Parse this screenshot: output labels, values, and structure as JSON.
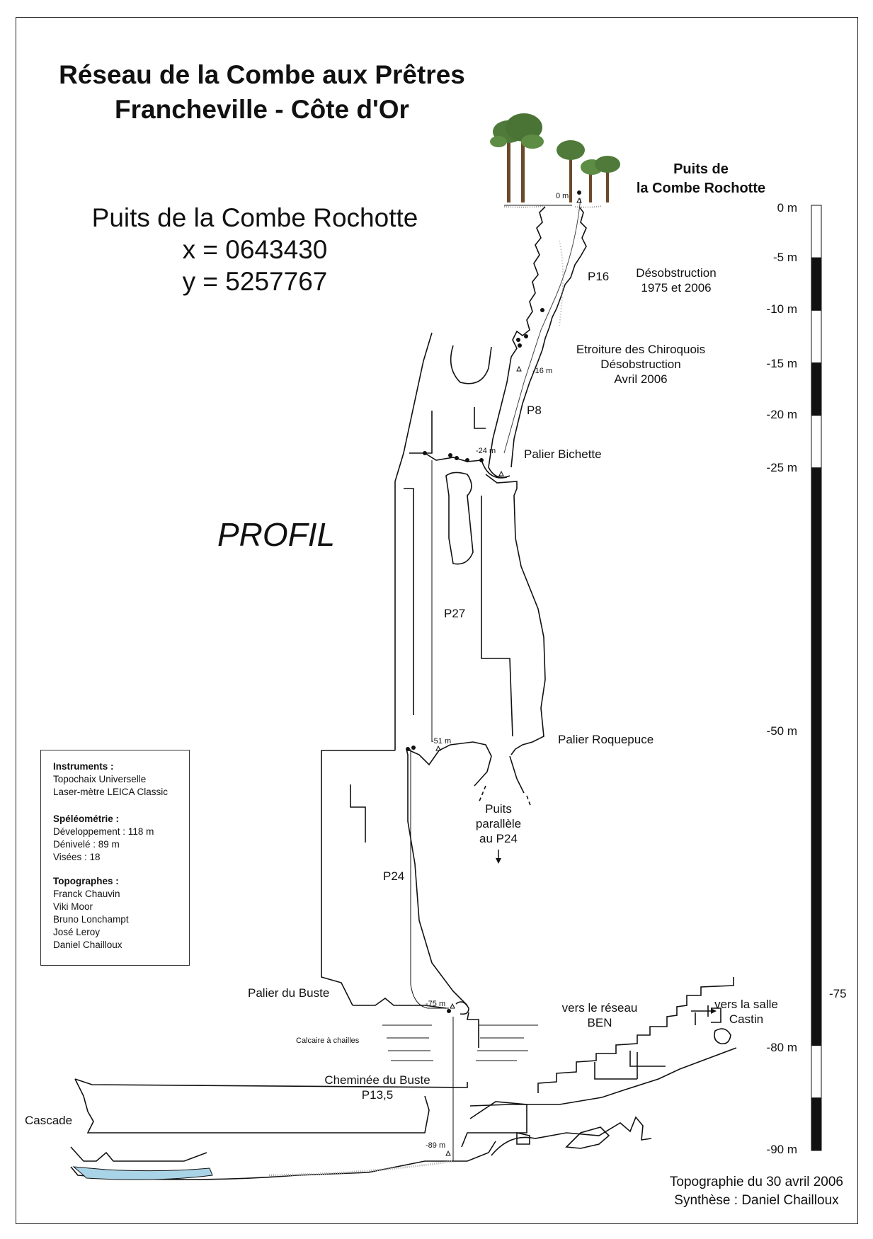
{
  "title": {
    "line1": "Réseau de la Combe aux Prêtres",
    "line2": "Francheville - Côte d'Or"
  },
  "entrance": {
    "name": "Puits de la Combe Rochotte",
    "x": "x = 0643430",
    "y": "y = 5257767",
    "label_line1": "Puits de",
    "label_line2": "la Combe Rochotte"
  },
  "view_label": "PROFIL",
  "scale_ticks": [
    "0 m",
    "-5 m",
    "-10 m",
    "-15 m",
    "-20 m",
    "-25 m",
    "-50 m",
    "-75",
    "-80 m",
    "-90 m"
  ],
  "depth_markers": [
    "0 m",
    "-16 m",
    "-24 m",
    "-51 m",
    "-75 m",
    "-89 m"
  ],
  "pitches": [
    "P16",
    "P8",
    "P27",
    "P24"
  ],
  "annotations": {
    "desobstruction_1": "Désobstruction",
    "desobstruction_2": "1975 et 2006",
    "etroiture_1": "Etroiture des Chiroquois",
    "etroiture_2": "Désobstruction",
    "etroiture_3": "Avril 2006",
    "palier_bichette": "Palier Bichette",
    "palier_roquepuce": "Palier Roquepuce",
    "puits_parallele_1": "Puits",
    "puits_parallele_2": "parallèle",
    "puits_parallele_3": "au P24",
    "palier_buste": "Palier du Buste",
    "reseau_ben_1": "vers le réseau",
    "reseau_ben_2": "BEN",
    "salle_castin_1": "vers la salle",
    "salle_castin_2": "Castin",
    "calcaire": "Calcaire à chailles",
    "cheminee_1": "Cheminée du Buste",
    "cheminee_2": "P13,5",
    "cascade": "Cascade"
  },
  "info": {
    "instruments_title": "Instruments :",
    "instruments": [
      "Topochaix Universelle",
      "Laser-mètre LEICA Classic"
    ],
    "speleo_title": "Spéléométrie :",
    "speleo": [
      "Développement : 118 m",
      "Dénivelé : 89 m",
      "Visées : 18"
    ],
    "topo_title": "Topographes :",
    "topographes": [
      "Franck Chauvin",
      "Viki Moor",
      "Bruno Lonchampt",
      "José Leroy",
      "Daniel Chailloux"
    ]
  },
  "credits": {
    "line1": "Topographie du 30 avril 2006",
    "line2": "Synthèse : Daniel Chailloux"
  },
  "colors": {
    "ink": "#111111",
    "water": "#a9d3e6",
    "tree": "#4f7a3a",
    "trunk": "#6b4a2b"
  }
}
